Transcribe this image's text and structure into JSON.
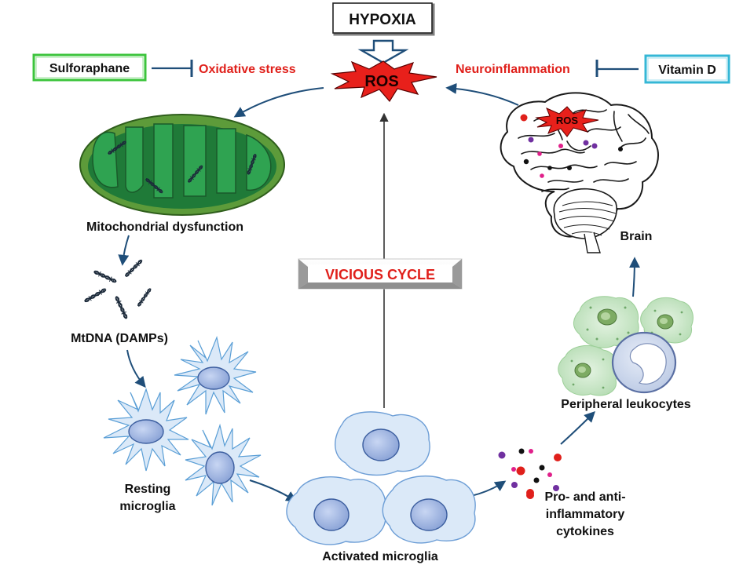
{
  "top": {
    "hypoxia": "HYPOXIA",
    "ros": "ROS"
  },
  "inhibitors": {
    "left": {
      "agent": "Sulforaphane",
      "effect": "Oxidative stress"
    },
    "right": {
      "agent": "Vitamin D",
      "effect": "Neuroinflammation"
    }
  },
  "center": {
    "cycle": "VICIOUS CYCLE"
  },
  "stages": {
    "mitochondria": "Mitochondrial dysfunction",
    "mtdna": "MtDNA (DAMPs)",
    "resting": [
      "Resting",
      "microglia"
    ],
    "activated": "Activated microglia",
    "cytokines": [
      "Pro- and anti-",
      "inflammatory",
      "cytokines"
    ],
    "leukocytes": "Peripheral leukocytes",
    "brain": "Brain",
    "brain_ros": "ROS"
  },
  "colors": {
    "red": "#e0201b",
    "arrow": "#1f4e79",
    "sulforaphane_border": "#3cc43c",
    "vitamin_border": "#34b7d6",
    "mito_outer": "#5d9b3a",
    "mito_inner": "#2f9b4a",
    "microglia_fill": "#dbe9f8",
    "nucleus": "#a9bde6",
    "leukocyte_fill": "#cfe8cf"
  }
}
